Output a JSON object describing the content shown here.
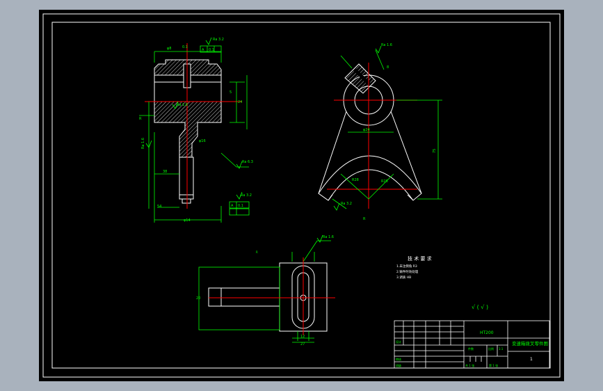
{
  "colors": {
    "frame": "#a9b2bd",
    "sheet": "#000000",
    "outline": "#ffffff",
    "dim": "#00ff00",
    "center": "#ff0000",
    "hatch": "#ffffff"
  },
  "dims": {
    "left_top_width": "φ8",
    "left_top_tol": "0.1",
    "left_right_height": "24",
    "left_bottom_width": "φ14",
    "left_mid_len": "38",
    "left_shaft_len": "54",
    "left_shaft_dia": "φ16",
    "left_h1": "R",
    "left_h2": "5",
    "right_slot": "8",
    "right_bore": "φ24",
    "right_radius": "R28",
    "right_radius2": "R26",
    "right_height": "75",
    "bottom_slot1": "12",
    "bottom_slot2": "27",
    "bottom_height": "20",
    "roughness_a": "Ra 3.2",
    "roughness_b": "Ra 1.6",
    "roughness_c": "Ra 6.3",
    "fcf_a": "A",
    "fcf_b": "0.1"
  },
  "tech_req": {
    "title": "技 术 要 求",
    "lines": [
      "1.未注倒角 R3",
      "2.铸件时效处理",
      "3.调质 HB"
    ]
  },
  "roughness_note": "√ ( √ )",
  "title_block": {
    "material": "HT200",
    "drawing_title": "变速箱拨叉零件图",
    "drawing_no": "1",
    "scale_label": "比例",
    "scale_value": "1:1",
    "qty_label": "件数",
    "sheet_label": "共 1 张",
    "sheet_label2": "第 1 张",
    "designer": "设计",
    "checker": "审核",
    "grade": "班级"
  }
}
